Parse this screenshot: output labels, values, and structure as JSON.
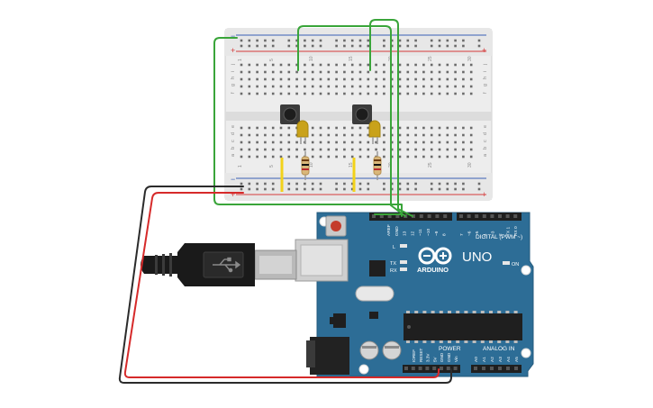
{
  "breadboard": {
    "rail_plus": "+",
    "rail_minus": "−",
    "row_letters_top": [
      "j",
      "i",
      "h",
      "g",
      "f"
    ],
    "row_letters_bottom": [
      "e",
      "d",
      "c",
      "b",
      "a"
    ],
    "column_numbers": [
      "1",
      "5",
      "10",
      "15",
      "20",
      "25",
      "30"
    ]
  },
  "arduino": {
    "brand": "ARDUINO",
    "model": "UNO",
    "digital_label": "DIGITAL (PWM ~)",
    "power_label": "POWER",
    "analog_label": "ANALOG IN",
    "on_label": "ON",
    "led_l": "L",
    "led_tx": "TX",
    "led_rx": "RX",
    "header_top_left": [
      "AREF",
      "GND",
      "13",
      "12",
      "~11",
      "~10",
      "~9",
      "8"
    ],
    "header_top_right": [
      "7",
      "~6",
      "~5",
      "4",
      "~3",
      "2",
      "TX 1",
      "RX 0"
    ],
    "power_pins": [
      "IOREF",
      "RESET",
      "3.3V",
      "5V",
      "GND",
      "GND",
      "Vin"
    ],
    "analog_pins": [
      "A0",
      "A1",
      "A2",
      "A3",
      "A4",
      "A5"
    ]
  },
  "colors": {
    "wire_green": "#3aa53a",
    "wire_red": "#d62a2a",
    "wire_black": "#2b2b2b",
    "wire_yellow": "#f2d21a",
    "board_blue": "#2d6d96",
    "led_yellow": "#c9a21a",
    "breadboard": "#eeeeee"
  }
}
